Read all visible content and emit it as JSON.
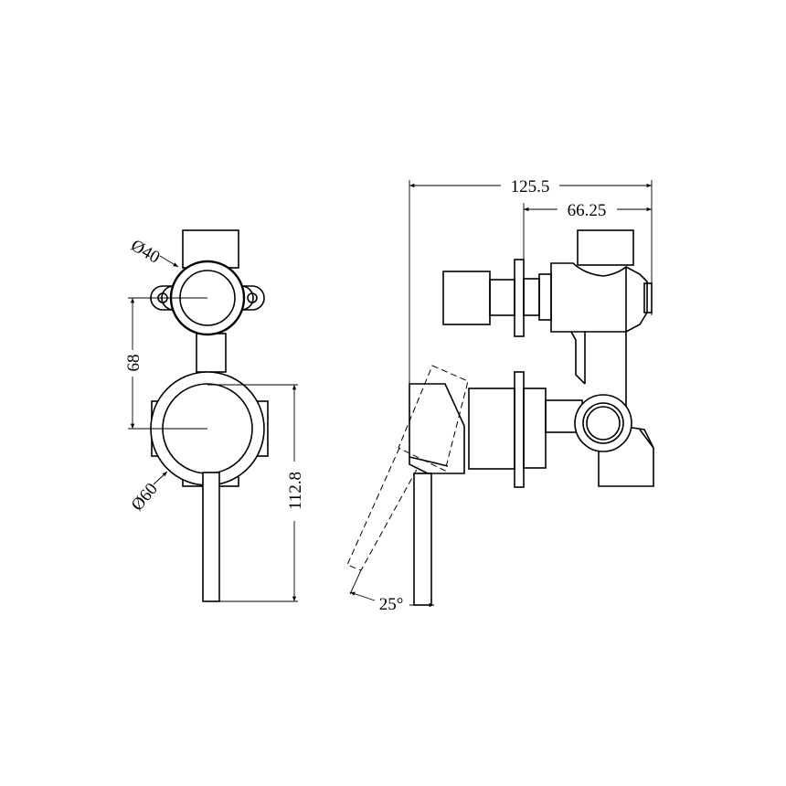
{
  "drawing": {
    "front_view": {
      "dim_small_diameter": "Ø40",
      "dim_large_diameter": "Ø60",
      "dim_center_distance": "68",
      "dim_overall_height": "112.8"
    },
    "side_view": {
      "dim_overall_depth": "125.5",
      "dim_body_depth": "66.25",
      "dim_lever_angle": "25°"
    },
    "colors": {
      "line": "#000000",
      "background": "#ffffff"
    }
  }
}
